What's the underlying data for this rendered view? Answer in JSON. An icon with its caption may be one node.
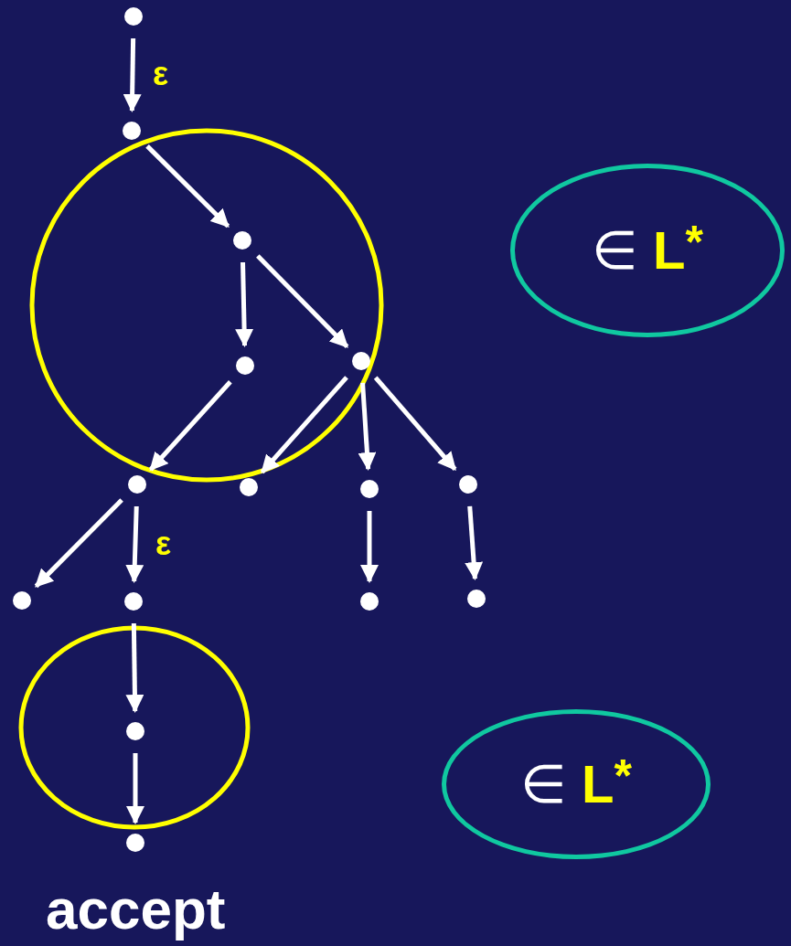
{
  "diagram": {
    "nodes": [
      {
        "text": [],
        "shape": "circle"
      },
      {
        "text": [],
        "shape": "circle"
      },
      {
        "text": [],
        "shape": "circle"
      },
      {
        "text": [],
        "shape": "circle"
      },
      {
        "text": [],
        "shape": "circle"
      },
      {
        "text": [],
        "shape": "circle"
      },
      {
        "text": [],
        "shape": "circle"
      },
      {
        "text": [],
        "shape": "circle"
      },
      {
        "text": [],
        "shape": "circle"
      },
      {
        "text": [],
        "shape": "circle"
      },
      {
        "text": [],
        "shape": "circle"
      },
      {
        "text": [],
        "shape": "circle"
      },
      {
        "text": [],
        "shape": "circle"
      },
      {
        "text": [],
        "shape": "circle"
      },
      {
        "text": [],
        "shape": "circle",
        "beside": [
          "accept"
        ]
      },
      {
        "text": [
          "∈ **L**$^{*}$"
        ]
      },
      {
        "text": [
          "∈ **L**$^{*}$"
        ]
      }
    ],
    "edges": [
      {
        "from": 0,
        "to": 1,
        "arrow": "to",
        "label": "ε"
      },
      {
        "from": 1,
        "to": 2,
        "arrow": "to"
      },
      {
        "from": 2,
        "to": 3,
        "arrow": "to"
      },
      {
        "from": 2,
        "to": 4,
        "arrow": "to"
      },
      {
        "from": 3,
        "to": 5,
        "arrow": "to"
      },
      {
        "from": 4,
        "to": 6,
        "arrow": "to"
      },
      {
        "from": 4,
        "to": 7,
        "arrow": "to"
      },
      {
        "from": 4,
        "to": 8,
        "arrow": "to"
      },
      {
        "from": 5,
        "to": 9,
        "arrow": "to"
      },
      {
        "from": 5,
        "to": 10,
        "arrow": "to",
        "label": "ε"
      },
      {
        "from": 7,
        "to": 11,
        "arrow": "to"
      },
      {
        "from": 8,
        "to": 12,
        "arrow": "to"
      },
      {
        "from": 10,
        "to": 13,
        "arrow": "to"
      },
      {
        "from": 13,
        "to": 14,
        "arrow": "to"
      }
    ]
  }
}
